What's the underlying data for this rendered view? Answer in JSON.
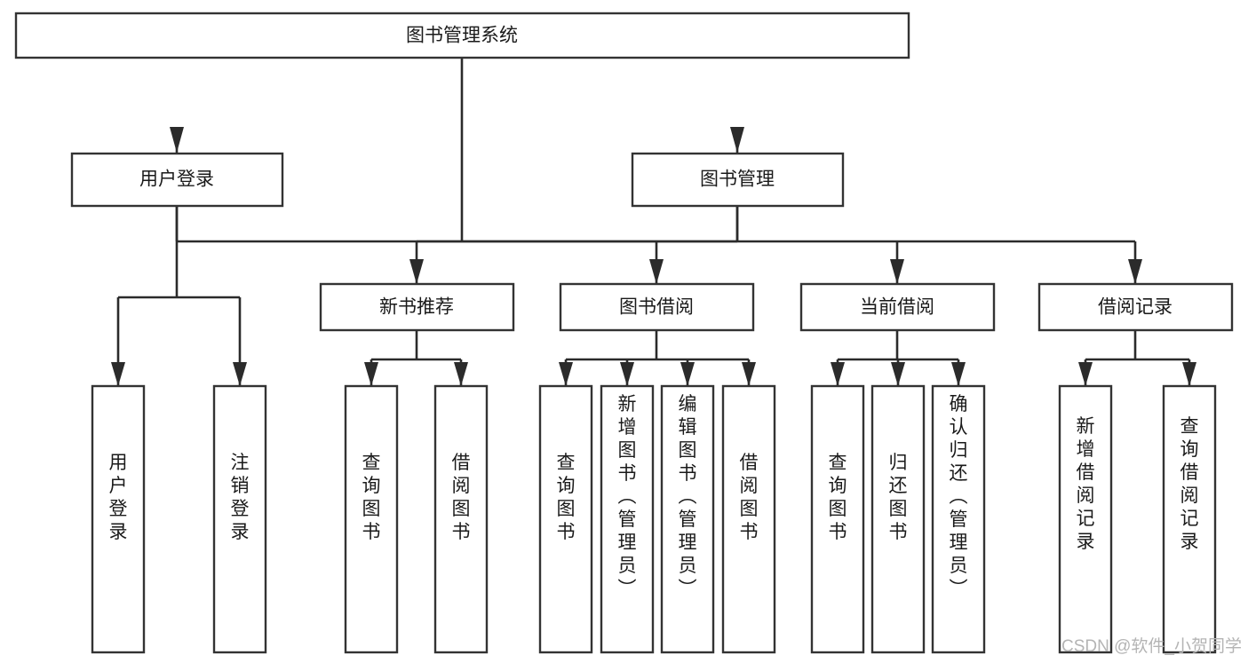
{
  "diagram": {
    "type": "hierarchy-tree",
    "title": "图书管理系统",
    "watermark": "CSDN @软件_小贺同学",
    "root": {
      "id": "root",
      "label": "图书管理系统",
      "orientation": "horizontal"
    },
    "level2": [
      {
        "id": "user-login",
        "label": "用户登录",
        "orientation": "horizontal"
      },
      {
        "id": "book-manage",
        "label": "图书管理",
        "orientation": "horizontal"
      }
    ],
    "level3": [
      {
        "id": "new-book-recommend",
        "label": "新书推荐",
        "parent": "book-manage",
        "orientation": "horizontal"
      },
      {
        "id": "book-borrow",
        "label": "图书借阅",
        "parent": "book-manage",
        "orientation": "horizontal"
      },
      {
        "id": "current-borrow",
        "label": "当前借阅",
        "parent": "book-manage",
        "orientation": "horizontal"
      },
      {
        "id": "borrow-record",
        "label": "借阅记录",
        "parent": "book-manage",
        "orientation": "horizontal"
      }
    ],
    "leaves": [
      {
        "id": "leaf-user-login",
        "label": "用户登录",
        "parent": "user-login",
        "orientation": "vertical"
      },
      {
        "id": "leaf-user-logout",
        "label": "注销登录",
        "parent": "user-login",
        "orientation": "vertical"
      },
      {
        "id": "leaf-query-book-1",
        "label": "查询图书",
        "parent": "new-book-recommend",
        "orientation": "vertical"
      },
      {
        "id": "leaf-borrow-book-1",
        "label": "借阅图书",
        "parent": "new-book-recommend",
        "orientation": "vertical"
      },
      {
        "id": "leaf-query-book-2",
        "label": "查询图书",
        "parent": "book-borrow",
        "orientation": "vertical"
      },
      {
        "id": "leaf-add-book",
        "label": "新增图书（管理员）",
        "parent": "book-borrow",
        "orientation": "vertical"
      },
      {
        "id": "leaf-edit-book",
        "label": "编辑图书（管理员）",
        "parent": "book-borrow",
        "orientation": "vertical"
      },
      {
        "id": "leaf-borrow-book-2",
        "label": "借阅图书",
        "parent": "book-borrow",
        "orientation": "vertical"
      },
      {
        "id": "leaf-query-book-3",
        "label": "查询图书",
        "parent": "current-borrow",
        "orientation": "vertical"
      },
      {
        "id": "leaf-return-book",
        "label": "归还图书",
        "parent": "current-borrow",
        "orientation": "vertical"
      },
      {
        "id": "leaf-confirm-return",
        "label": "确认归还（管理员）",
        "parent": "current-borrow",
        "orientation": "vertical"
      },
      {
        "id": "leaf-add-record",
        "label": "新增借阅记录",
        "parent": "borrow-record",
        "orientation": "vertical"
      },
      {
        "id": "leaf-query-record",
        "label": "查询借阅记录",
        "parent": "borrow-record",
        "orientation": "vertical"
      }
    ],
    "colors": {
      "box_border": "#333333",
      "box_fill": "#ffffff",
      "connector": "#2b2b2b",
      "text": "#1a1a1a",
      "watermark": "#b4b4b4",
      "background": "#ffffff"
    }
  }
}
